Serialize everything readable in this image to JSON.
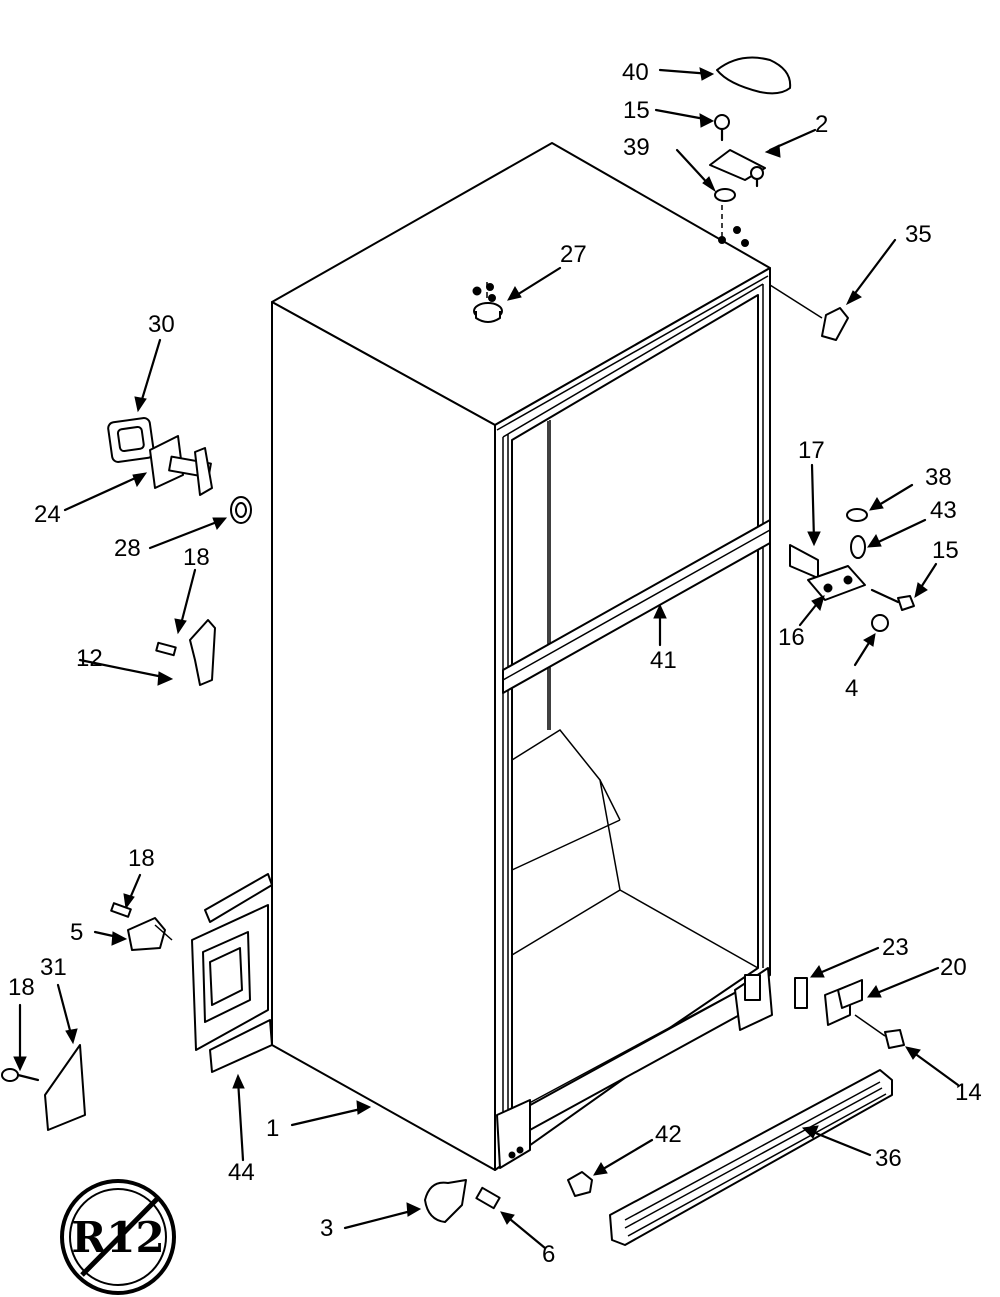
{
  "parts": [
    {
      "id": "p1",
      "label": "1"
    },
    {
      "id": "p2",
      "label": "2"
    },
    {
      "id": "p3",
      "label": "3"
    },
    {
      "id": "p4",
      "label": "4"
    },
    {
      "id": "p5",
      "label": "5"
    },
    {
      "id": "p6",
      "label": "6"
    },
    {
      "id": "p12",
      "label": "12"
    },
    {
      "id": "p14",
      "label": "14"
    },
    {
      "id": "p15a",
      "label": "15"
    },
    {
      "id": "p15b",
      "label": "15"
    },
    {
      "id": "p16",
      "label": "16"
    },
    {
      "id": "p17",
      "label": "17"
    },
    {
      "id": "p18a",
      "label": "18"
    },
    {
      "id": "p18b",
      "label": "18"
    },
    {
      "id": "p18c",
      "label": "18"
    },
    {
      "id": "p20",
      "label": "20"
    },
    {
      "id": "p23",
      "label": "23"
    },
    {
      "id": "p24",
      "label": "24"
    },
    {
      "id": "p27",
      "label": "27"
    },
    {
      "id": "p28",
      "label": "28"
    },
    {
      "id": "p30",
      "label": "30"
    },
    {
      "id": "p31",
      "label": "31"
    },
    {
      "id": "p35",
      "label": "35"
    },
    {
      "id": "p36",
      "label": "36"
    },
    {
      "id": "p38",
      "label": "38"
    },
    {
      "id": "p39",
      "label": "39"
    },
    {
      "id": "p40",
      "label": "40"
    },
    {
      "id": "p41",
      "label": "41"
    },
    {
      "id": "p42",
      "label": "42"
    },
    {
      "id": "p43",
      "label": "43"
    },
    {
      "id": "p44",
      "label": "44"
    }
  ],
  "logo": {
    "text": "R12"
  }
}
